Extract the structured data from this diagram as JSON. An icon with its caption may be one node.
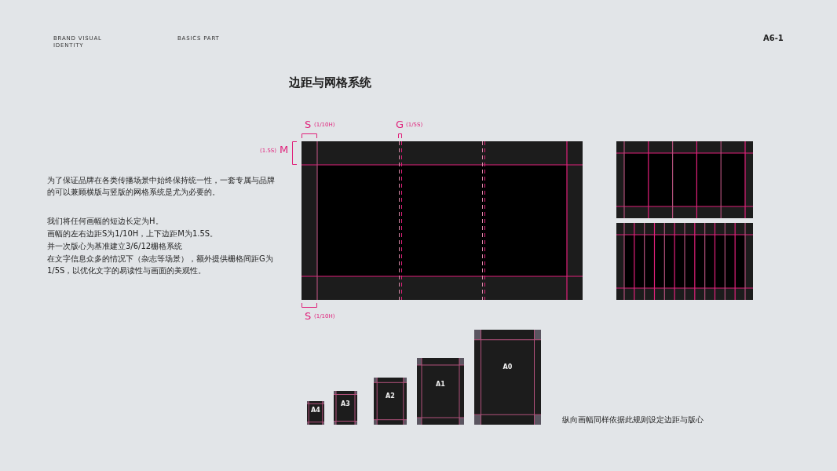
{
  "diagram": {
    "title": "边距与网格系统",
    "nodes": [
      {
        "text": [
          "A4"
        ]
      },
      {
        "text": [
          "A3"
        ]
      },
      {
        "text": [
          "A2"
        ]
      },
      {
        "text": [
          "A1"
        ]
      },
      {
        "text": [
          "A0"
        ]
      }
    ],
    "labels": [
      "BRAND VISUAL IDENTITY",
      "BASICS PART",
      "A6-1",
      "为了保证品牌在各类传播场景中始终保持统一性，一套专属与品牌的可以兼顾横版与竖版的网格系统是尤为必要的。",
      "我们将任何画幅的短边长定为H。",
      "画幅的左右边距S为1/10H，上下边距M为1.5S。",
      "并一次版心为基准建立3/6/12栅格系统",
      "在文字信息众多的情况下（杂志等场景），额外提供栅格间距G为1/5S，以优化文字的易读性与画面的美观性。",
      "S",
      "(1/10H)",
      "G",
      "(1/5S)",
      "(1.5S)",
      "M",
      "S",
      "(1/10H)",
      "纵向画幅同样依据此规则设定边距与版心"
    ]
  }
}
